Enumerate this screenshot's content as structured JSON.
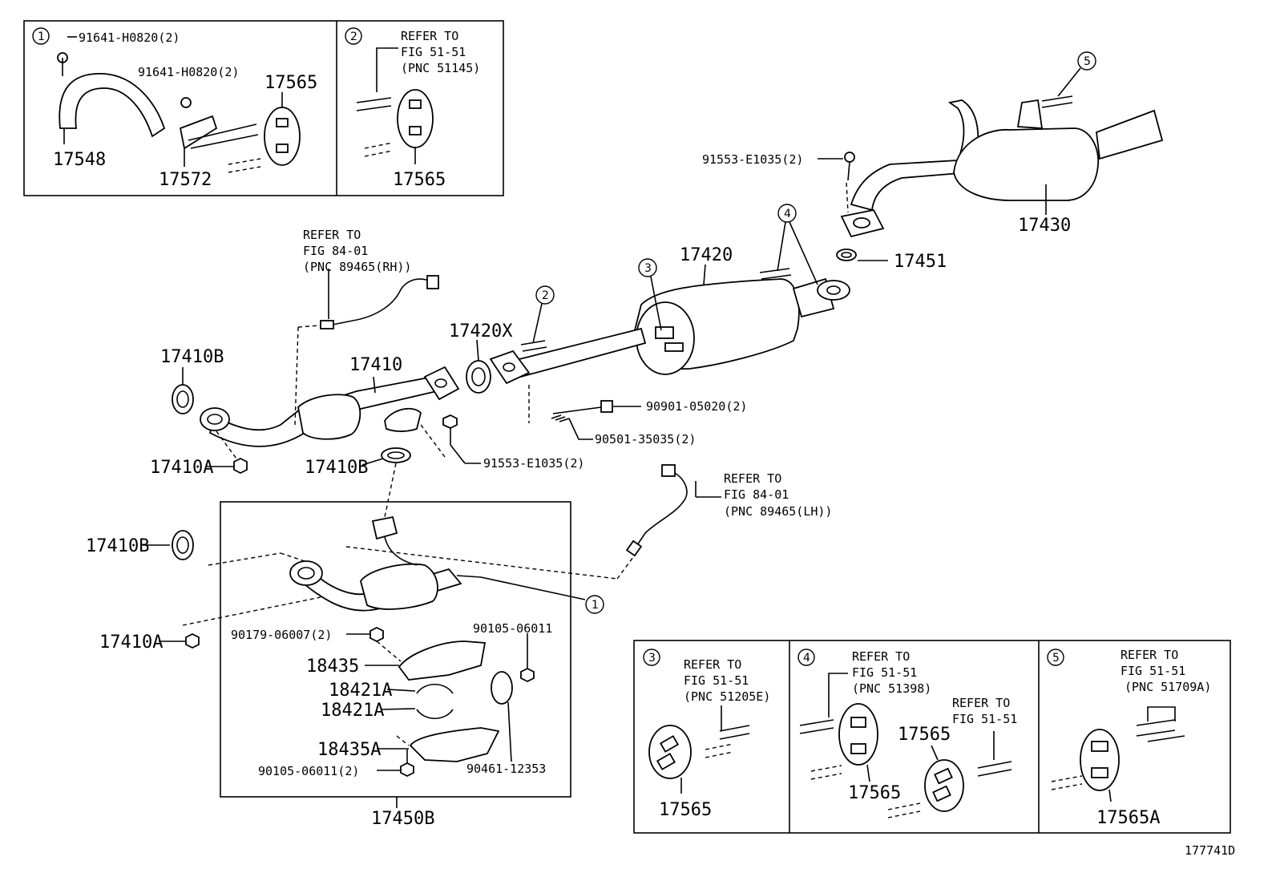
{
  "diagram_id": "177741D",
  "callout_numbers": [
    "1",
    "2",
    "3",
    "4",
    "5"
  ],
  "parts": {
    "p17548": "17548",
    "p91641a": "91641-H0820(2)",
    "p91641b": "91641-H0820(2)",
    "p17565_box1": "17565",
    "p17572": "17572",
    "p17565_box2": "17565",
    "p17430": "17430",
    "p91553_top": "91553-E1035(2)",
    "p17451": "17451",
    "p17420": "17420",
    "p17420X": "17420X",
    "p17410B_a": "17410B",
    "p17410": "17410",
    "p17410A_a": "17410A",
    "p17410B_b": "17410B",
    "p91553_mid": "91553-E1035(2)",
    "p90901": "90901-05020(2)",
    "p90501": "90501-35035(2)",
    "p17410B_c": "17410B",
    "p17410A_b": "17410A",
    "p90179": "90179-06007(2)",
    "p90105_a": "90105-06011",
    "p18435": "18435",
    "p18421A_a": "18421A",
    "p18421A_b": "18421A",
    "p18435A": "18435A",
    "p90105_b": "90105-06011(2)",
    "p90461": "90461-12353",
    "p17450B": "17450B",
    "p17565_box3": "17565",
    "p17565_box4a": "17565",
    "p17565_box4b": "17565",
    "p17565A": "17565A"
  },
  "references": {
    "box2": {
      "l1": "REFER TO",
      "l2": "FIG 51-51",
      "l3": "(PNC 51145)"
    },
    "rh": {
      "l1": "REFER TO",
      "l2": "FIG 84-01",
      "l3": "(PNC 89465(RH))"
    },
    "lh": {
      "l1": "REFER TO",
      "l2": "FIG 84-01",
      "l3": "(PNC 89465(LH))"
    },
    "box3": {
      "l1": "REFER TO",
      "l2": "FIG 51-51",
      "l3": "(PNC 51205E)"
    },
    "box4a": {
      "l1": "REFER TO",
      "l2": "FIG 51-51",
      "l3": "(PNC 51398)"
    },
    "box4b": {
      "l1": "REFER TO",
      "l2": "FIG 51-51"
    },
    "box5": {
      "l1": "REFER TO",
      "l2": "FIG 51-51",
      "l3": "(PNC 51709A)"
    }
  }
}
